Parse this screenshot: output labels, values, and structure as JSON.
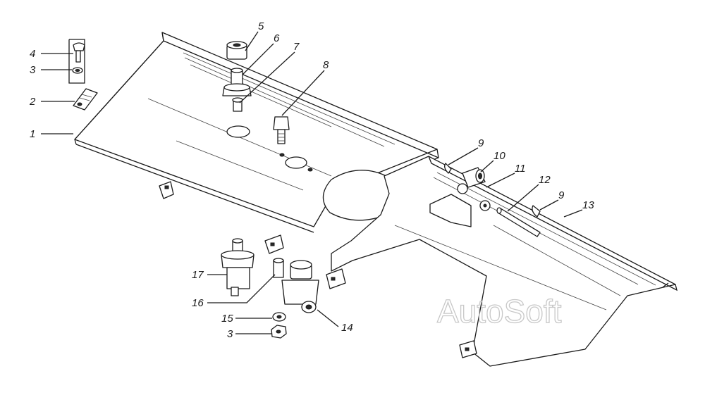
{
  "labels": {
    "l1": "1",
    "l2": "2",
    "l3a": "3",
    "l3b": "3",
    "l4": "4",
    "l5": "5",
    "l6": "6",
    "l7": "7",
    "l8": "8",
    "l9a": "9",
    "l9b": "9",
    "l10": "10",
    "l11": "11",
    "l12": "12",
    "l13": "13",
    "l14": "14",
    "l15": "15",
    "l16": "16",
    "l17": "17"
  },
  "watermark": "AutoSoft"
}
